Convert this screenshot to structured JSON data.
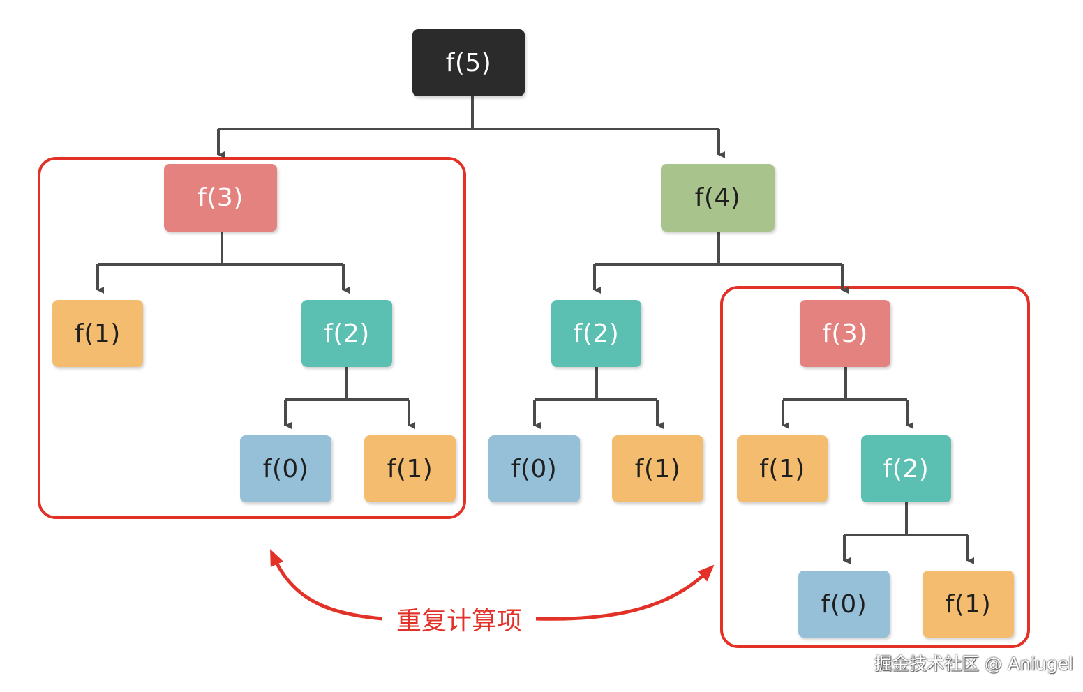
{
  "nodes": {
    "n5": "f(5)",
    "n3a": "f(3)",
    "n4": "f(4)",
    "n1a": "f(1)",
    "n2a": "f(2)",
    "n0a": "f(0)",
    "n1b": "f(1)",
    "n2b": "f(2)",
    "n0b": "f(0)",
    "n1c": "f(1)",
    "n3b": "f(3)",
    "n1d": "f(1)",
    "n2c": "f(2)",
    "n0c": "f(0)",
    "n1e": "f(1)"
  },
  "annotation": {
    "label": "重复计算项"
  },
  "watermark": {
    "text": "掘金技术社区 @ Aniugel"
  },
  "colors": {
    "root": "#2b2b2b",
    "f4": "#a9c38c",
    "f3": "#e4827f",
    "f2": "#5bbfb1",
    "f1": "#f4bc6e",
    "f0": "#96c0d8",
    "connector": "#4a4a4a",
    "highlight": "#e23127"
  }
}
